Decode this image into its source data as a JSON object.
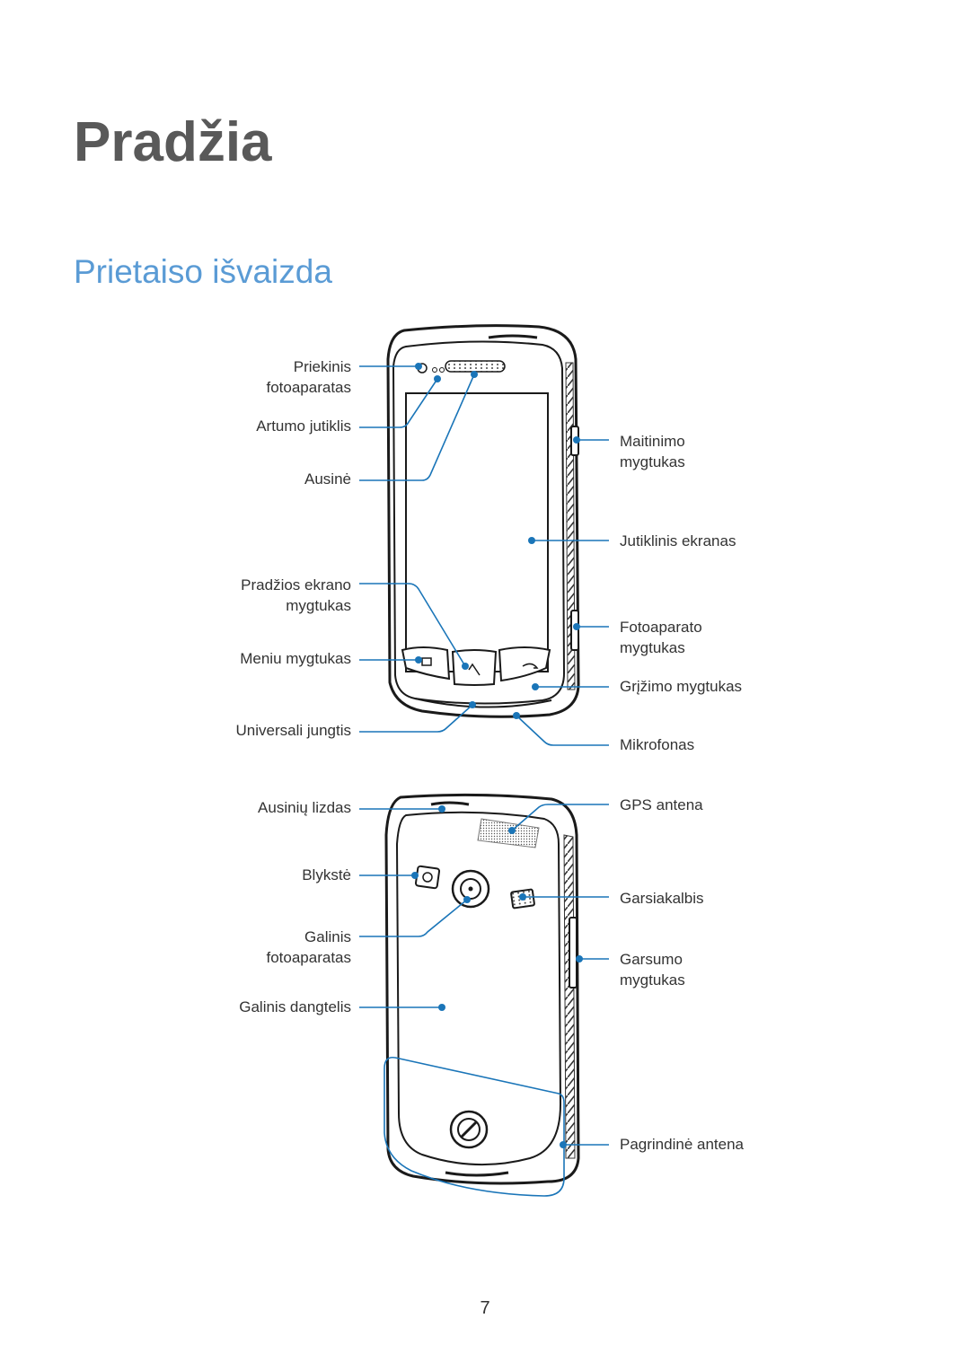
{
  "page": {
    "chapter_title": "Pradžia",
    "section_title": "Prietaiso išvaizda",
    "page_number": "7"
  },
  "front_view": {
    "labels_left": {
      "front_camera": [
        "Priekinis",
        "fotoaparatas"
      ],
      "proximity_sensor": "Artumo jutiklis",
      "earpiece": "Ausinė",
      "home_button": [
        "Pradžios ekrano",
        "mygtukas"
      ],
      "menu_button": "Meniu mygtukas",
      "multipurpose_jack": "Universali jungtis"
    },
    "labels_right": {
      "power_button": [
        "Maitinimo",
        "mygtukas"
      ],
      "touch_screen": "Jutiklinis ekranas",
      "camera_button": [
        "Fotoaparato",
        "mygtukas"
      ],
      "back_button": "Grįžimo mygtukas",
      "microphone": "Mikrofonas"
    }
  },
  "back_view": {
    "labels_left": {
      "headset_jack": "Ausinių lizdas",
      "flash": "Blykstė",
      "rear_camera": [
        "Galinis",
        "fotoaparatas"
      ],
      "back_cover": "Galinis dangtelis"
    },
    "labels_right": {
      "gps_antenna": "GPS antena",
      "speaker": "Garsiakalbis",
      "volume_button": [
        "Garsumo",
        "mygtukas"
      ],
      "main_antenna": "Pagrindinė antena"
    }
  },
  "colors": {
    "callout": "#1a75b8",
    "section_title": "#5a9bd5",
    "chapter_title": "#595959"
  }
}
